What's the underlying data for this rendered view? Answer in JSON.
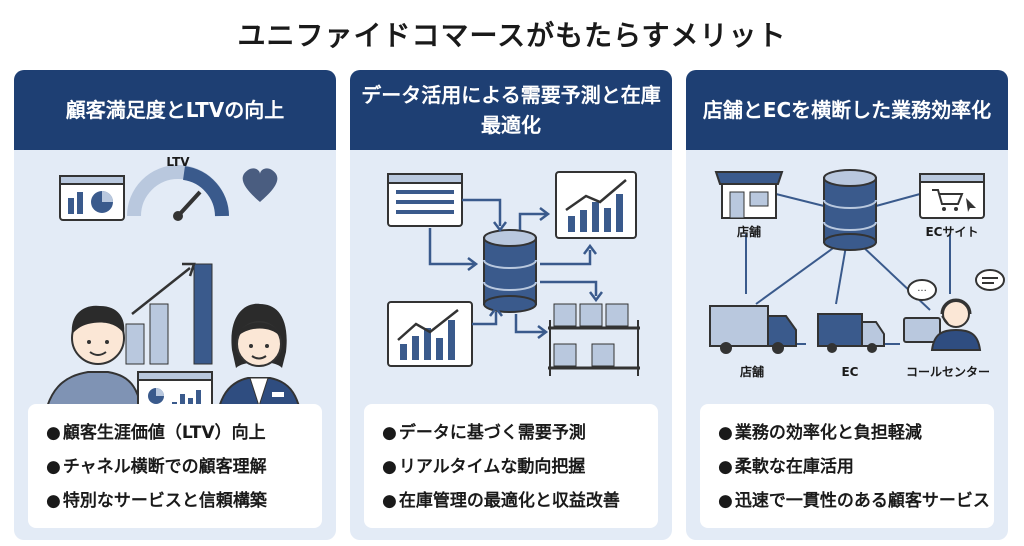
{
  "title": "ユニファイドコマースがもたらすメリット",
  "panels": [
    {
      "header": "顧客満足度とLTVの向上",
      "gauge_label": "LTV",
      "bullets": [
        "顧客生涯価値（LTV）向上",
        "チャネル横断での顧客理解",
        "特別なサービスと信頼構築"
      ]
    },
    {
      "header": "データ活用による需要予測と在庫最適化",
      "bullets": [
        "データに基づく需要予測",
        "リアルタイムな動向把握",
        "在庫管理の最適化と収益改善"
      ]
    },
    {
      "header": "店舗とECを横断した業務効率化",
      "node_labels": {
        "store": "店舗",
        "ec_site": "ECサイト",
        "store_truck": "店舗",
        "ec_truck": "EC",
        "call_center": "コールセンター"
      },
      "bullets": [
        "業務の効率化と負担軽減",
        "柔軟な在庫活用",
        "迅速で一貫性のある顧客サービス"
      ]
    }
  ],
  "colors": {
    "navy": "#1e3f73",
    "panel_bg": "#e3ebf6",
    "chart_blue": "#3a5a8c",
    "heart": "#4a5d80"
  }
}
